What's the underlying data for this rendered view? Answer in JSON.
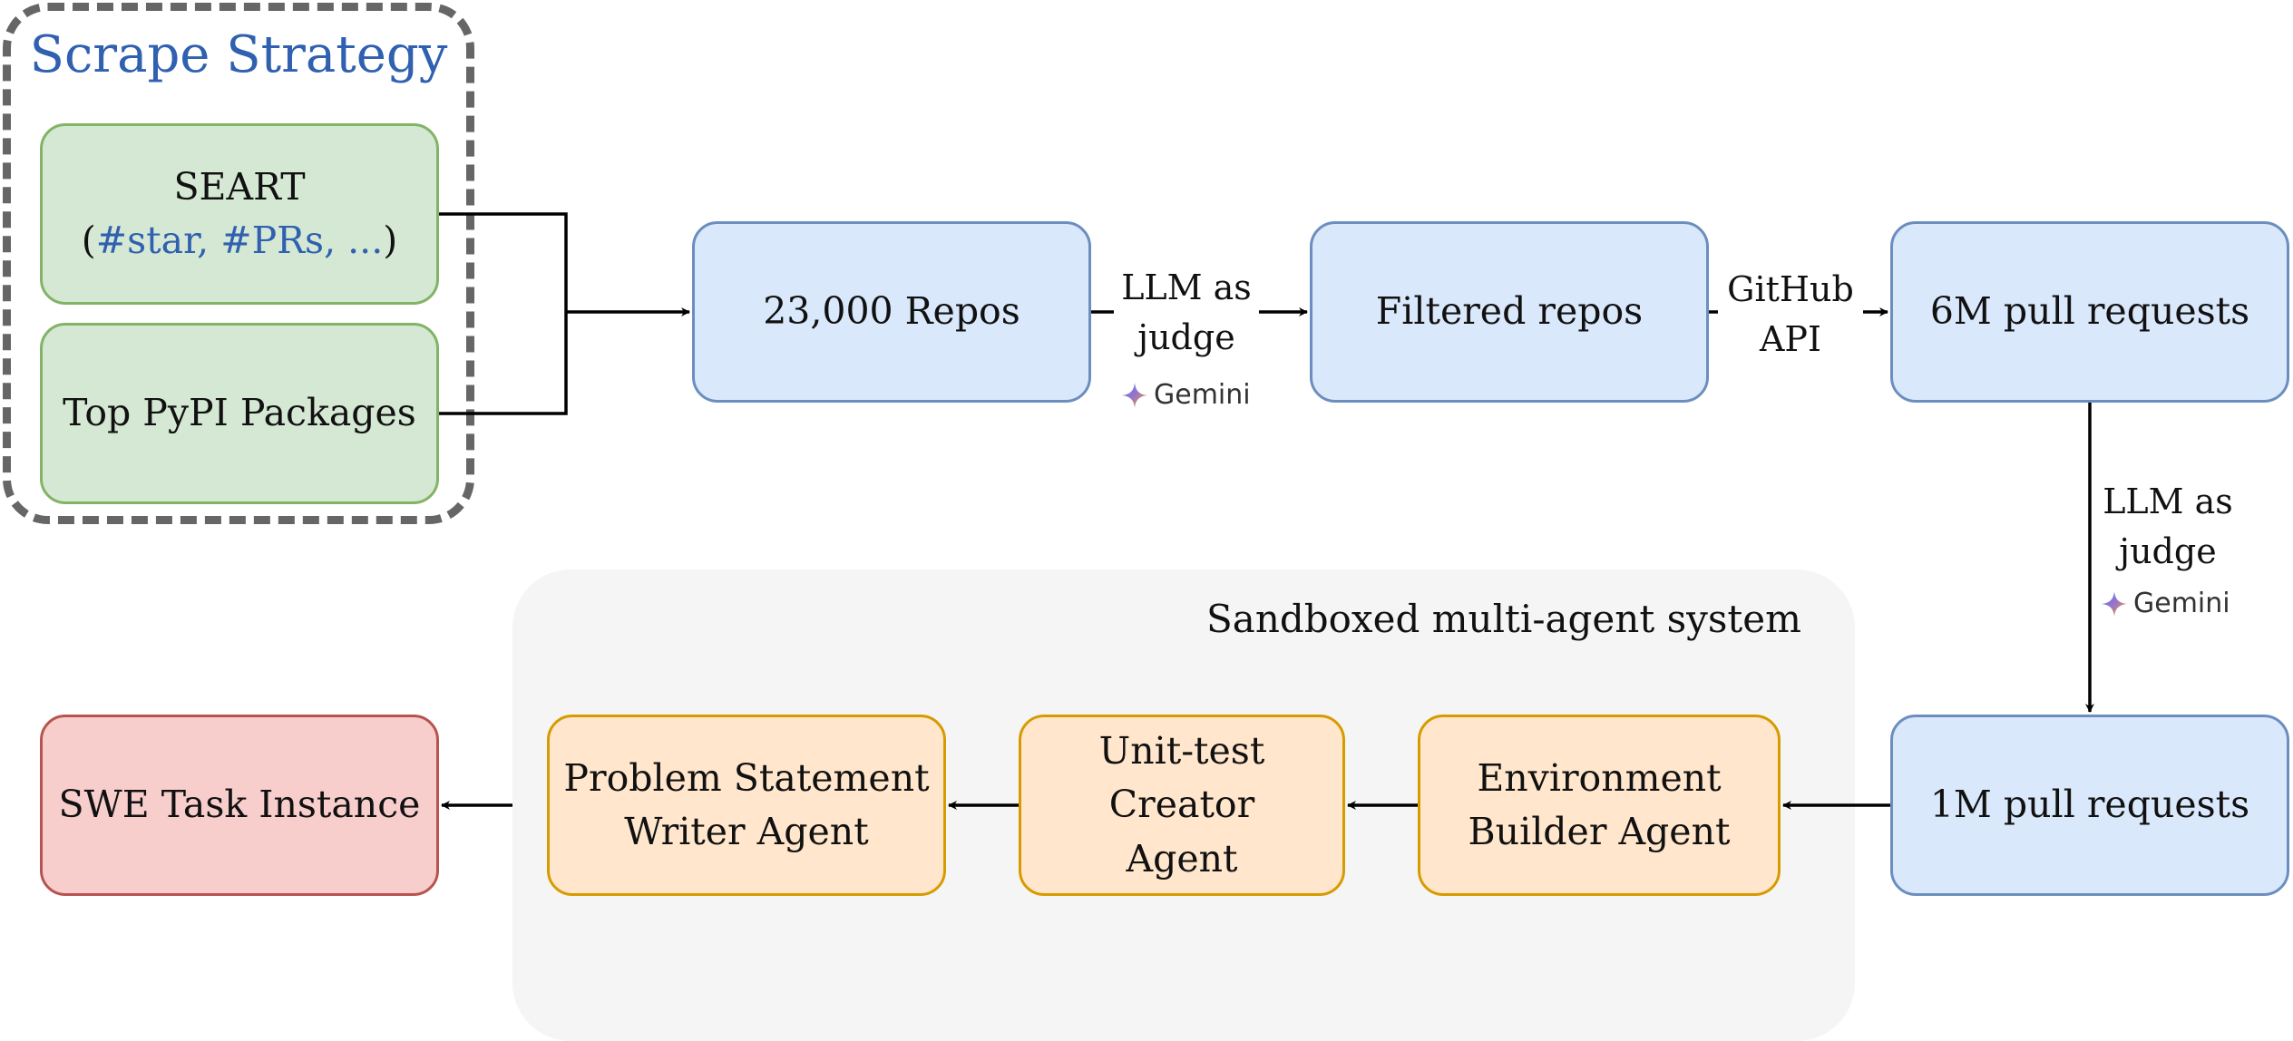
{
  "scrape_strategy": {
    "title": "Scrape Strategy",
    "seart": {
      "name": "SEART",
      "open_paren": "(",
      "criteria": "#star, #PRs, ...",
      "close_paren": ")"
    },
    "pypi": "Top PyPI Packages"
  },
  "pipeline": {
    "repos": "23,000 Repos",
    "filtered": "Filtered repos",
    "pulls_6m": "6M pull requests",
    "pulls_1m": "1M pull requests"
  },
  "edges": {
    "judge1": {
      "line1": "LLM as",
      "line2": "judge",
      "logo": "Gemini"
    },
    "github": {
      "line1": "GitHub",
      "line2": "API"
    },
    "judge2": {
      "line1": "LLM as",
      "line2": "judge",
      "logo": "Gemini"
    }
  },
  "sandbox": {
    "title": "Sandboxed multi-agent system",
    "env_agent": {
      "line1": "Environment",
      "line2": "Builder Agent"
    },
    "test_agent": {
      "line1": "Unit-test Creator",
      "line2": "Agent"
    },
    "ps_agent": {
      "line1": "Problem Statement",
      "line2": "Writer Agent"
    }
  },
  "output": "SWE Task Instance",
  "colors": {
    "green_fill": "#d5e8d4",
    "blue_fill": "#dae8fc",
    "orange_fill": "#ffe6cc",
    "red_fill": "#f8cecc",
    "title_blue": "#3060b0"
  }
}
